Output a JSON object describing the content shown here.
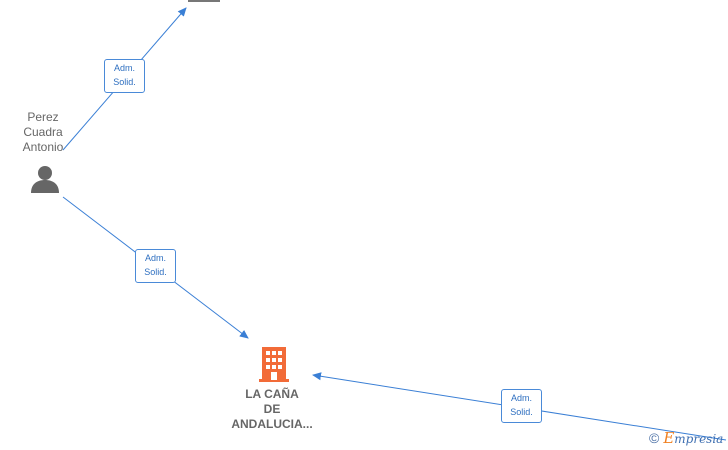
{
  "nodes": {
    "person": {
      "name_lines": [
        "Perez",
        "Cuadra",
        "Antonio"
      ],
      "icon": "person-icon"
    },
    "company_main": {
      "name_lines": [
        "LA CAÑA",
        "DE",
        "ANDALUCIA..."
      ],
      "icon": "building-icon"
    },
    "company_top": {
      "icon": "building-icon"
    }
  },
  "edges": [
    {
      "from": "person",
      "to": "company_top",
      "label_lines": [
        "Adm.",
        "Solid."
      ]
    },
    {
      "from": "person",
      "to": "company_main",
      "label_lines": [
        "Adm.",
        "Solid."
      ]
    },
    {
      "from": "offscreen-right",
      "to": "company_main",
      "label_lines": [
        "Adm.",
        "Solid."
      ]
    }
  ],
  "colors": {
    "edge": "#3a7fd5",
    "person_icon": "#666666",
    "company_icon": "#f26b38",
    "label_text": "#2e6fc0"
  },
  "watermark": {
    "copyright_symbol": "©",
    "brand_initial": "E",
    "brand_rest": "mpresia"
  }
}
